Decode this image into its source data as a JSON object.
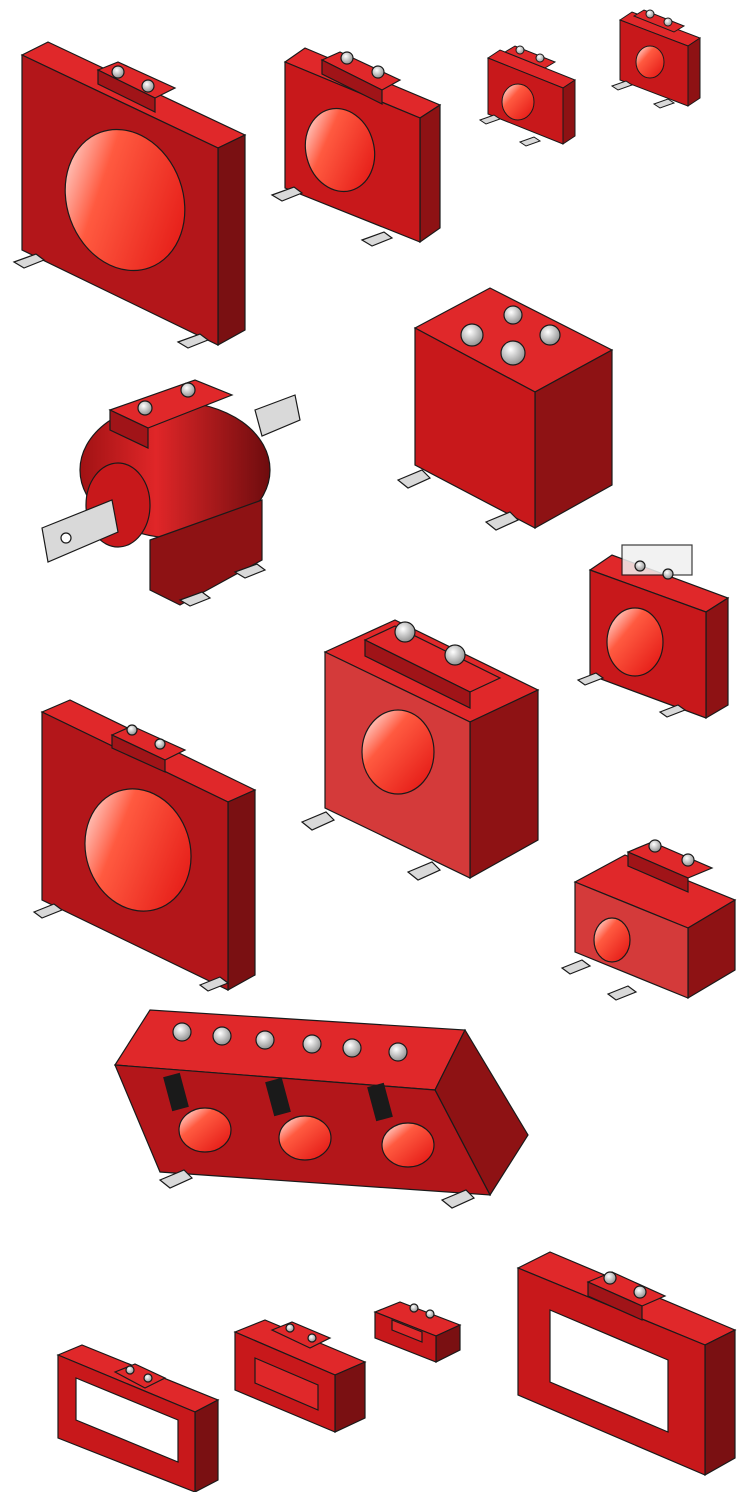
{
  "image": {
    "description_visible_text": "",
    "items": [
      {
        "name": "round-window-ct-large",
        "kind": "round-window"
      },
      {
        "name": "round-window-ct-medium",
        "kind": "round-window"
      },
      {
        "name": "round-window-ct-small",
        "kind": "round-window"
      },
      {
        "name": "round-window-ct-tiny",
        "kind": "round-window"
      },
      {
        "name": "busbar-ct",
        "kind": "busbar"
      },
      {
        "name": "block-ct-four-terminals",
        "kind": "block"
      },
      {
        "name": "covered-terminal-ct",
        "kind": "round-window"
      },
      {
        "name": "round-window-ct-box",
        "kind": "round-window"
      },
      {
        "name": "round-window-ct-thin",
        "kind": "round-window"
      },
      {
        "name": "round-window-ct-compact",
        "kind": "round-window"
      },
      {
        "name": "three-phase-ct",
        "kind": "three-phase"
      },
      {
        "name": "rectangular-window-ct-1",
        "kind": "rect-window"
      },
      {
        "name": "rectangular-window-ct-2",
        "kind": "rect-window"
      },
      {
        "name": "rectangular-window-ct-3",
        "kind": "rect-window"
      },
      {
        "name": "rectangular-window-ct-4",
        "kind": "rect-window"
      }
    ],
    "colors": {
      "body_front": "#c8181b",
      "body_side": "#8e1214",
      "body_top": "#e0282a",
      "hole": "#ff2a20",
      "metal": "#d9d9d9",
      "outline": "#1a1a1a"
    }
  }
}
